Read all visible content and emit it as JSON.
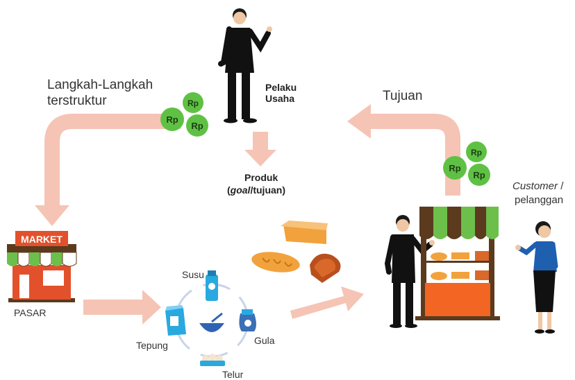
{
  "labels": {
    "langkah_line1": "Langkah-Langkah",
    "langkah_line2": "terstruktur",
    "pelaku_line1": "Pelaku",
    "pelaku_line2": "Usaha",
    "tujuan": "Tujuan",
    "produk_line1": "Produk",
    "produk_goal": "goal",
    "produk_rest": "/tujuan)",
    "produk_open": "(",
    "customer_line1": "Customer",
    "customer_slash": " /",
    "customer_line2": "pelanggan",
    "pasar": "PASAR",
    "market_sign": "MARKET"
  },
  "coin_label": "Rp",
  "ingredients": {
    "susu": "Susu",
    "gula": "Gula",
    "tepung": "Tepung",
    "telur": "Telur"
  },
  "colors": {
    "arrow": "#f5c4b5",
    "coin": "#5fc144",
    "awning_green": "#6cbf4a",
    "awning_brown": "#5b3a1e",
    "stall_orange": "#f26522",
    "market_red": "#e2512b",
    "bread": "#f2a23c",
    "person_dark": "#111111",
    "customer_blue": "#1f5fb0",
    "ring": "#c9d3ea"
  }
}
